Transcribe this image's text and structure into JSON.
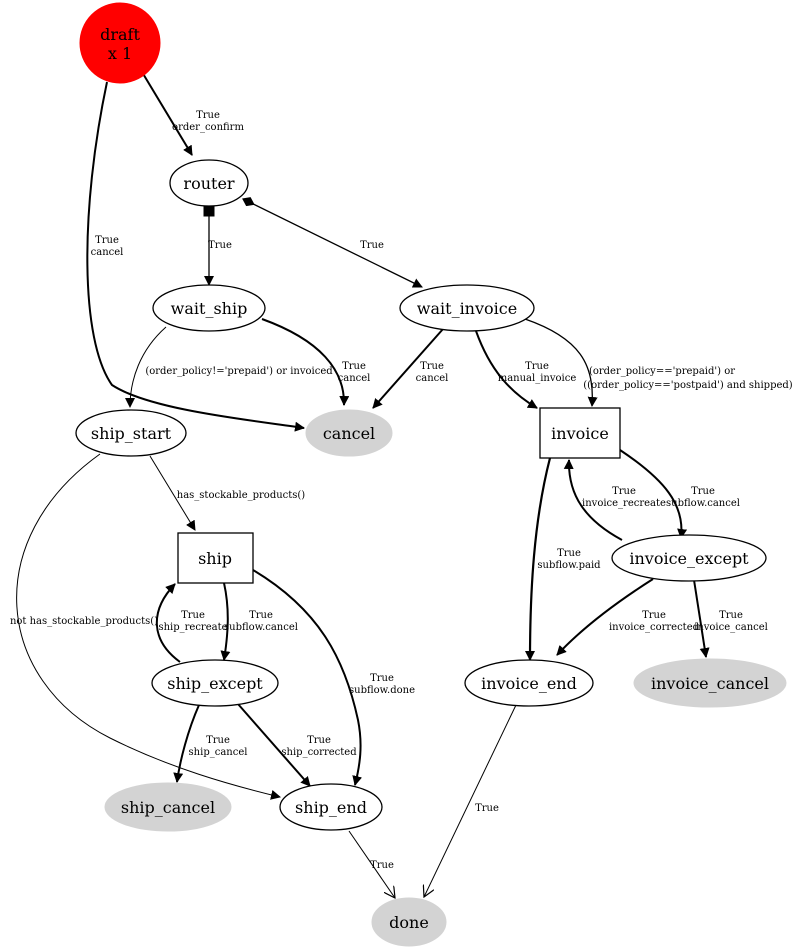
{
  "nodes": {
    "draft": {
      "line1": "draft",
      "line2": "x 1",
      "fill": "#ff0000"
    },
    "router": {
      "label": "router"
    },
    "wait_ship": {
      "label": "wait_ship"
    },
    "wait_invoice": {
      "label": "wait_invoice"
    },
    "ship_start": {
      "label": "ship_start"
    },
    "cancel": {
      "label": "cancel",
      "fill": "#d3d3d3"
    },
    "invoice": {
      "label": "invoice"
    },
    "ship": {
      "label": "ship"
    },
    "invoice_except": {
      "label": "invoice_except"
    },
    "ship_except": {
      "label": "ship_except"
    },
    "invoice_end": {
      "label": "invoice_end"
    },
    "invoice_cancel": {
      "label": "invoice_cancel",
      "fill": "#d3d3d3"
    },
    "ship_cancel": {
      "label": "ship_cancel",
      "fill": "#d3d3d3"
    },
    "ship_end": {
      "label": "ship_end"
    },
    "done": {
      "label": "done",
      "fill": "#d3d3d3"
    }
  },
  "edges": {
    "draft_router": {
      "l1": "True",
      "l2": "order_confirm"
    },
    "draft_cancel": {
      "l1": "True",
      "l2": "cancel"
    },
    "router_wait_ship": {
      "l1": "True"
    },
    "router_wait_invoice": {
      "l1": "True"
    },
    "wait_ship_ship_start": {
      "l1": "(order_policy!='prepaid') or invoiced"
    },
    "wait_ship_cancel": {
      "l1": "True",
      "l2": "cancel"
    },
    "wait_invoice_cancel": {
      "l1": "True",
      "l2": "cancel"
    },
    "wait_invoice_invoice_manual": {
      "l1": "True",
      "l2": "manual_invoice"
    },
    "wait_invoice_invoice_policy": {
      "l1": "(order_policy=='prepaid') or",
      "l2": "((order_policy=='postpaid') and shipped)"
    },
    "ship_start_ship": {
      "l1": "has_stockable_products()"
    },
    "ship_start_ship_end": {
      "l1": "not has_stockable_products()"
    },
    "invoice_invoice_except": {
      "l1": "True",
      "l2": "subflow.cancel"
    },
    "invoice_except_invoice": {
      "l1": "True",
      "l2": "invoice_recreate"
    },
    "invoice_invoice_end": {
      "l1": "True",
      "l2": "subflow.paid"
    },
    "invoice_except_invoice_end": {
      "l1": "True",
      "l2": "invoice_corrected"
    },
    "invoice_except_invoice_cancel": {
      "l1": "True",
      "l2": "invoice_cancel"
    },
    "ship_ship_except": {
      "l1": "True",
      "l2": "subflow.cancel"
    },
    "ship_except_ship": {
      "l1": "True",
      "l2": "ship_recreate"
    },
    "ship_ship_end": {
      "l1": "True",
      "l2": "subflow.done"
    },
    "ship_except_ship_cancel": {
      "l1": "True",
      "l2": "ship_cancel"
    },
    "ship_except_ship_end": {
      "l1": "True",
      "l2": "ship_corrected"
    },
    "ship_end_done": {
      "l1": "True"
    },
    "invoice_end_done": {
      "l1": "True"
    }
  }
}
